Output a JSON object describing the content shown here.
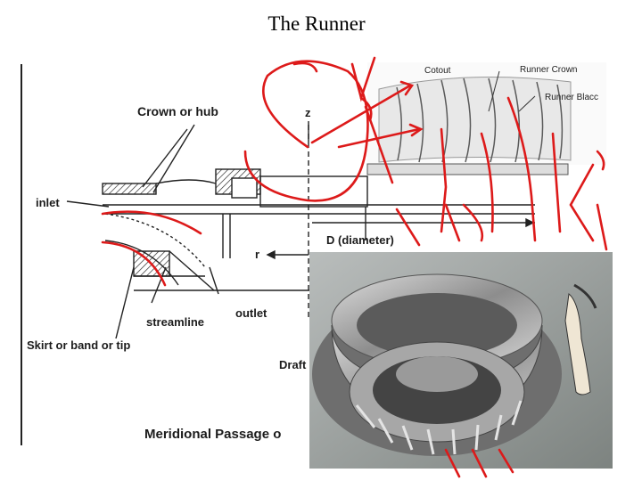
{
  "slide": {
    "title": "The Runner"
  },
  "diagram": {
    "labels": {
      "crown": "Crown or hub",
      "z_axis": "z",
      "inlet": "inlet",
      "r_axis": "r",
      "diameter": "D (diameter)",
      "streamline": "streamline",
      "outlet": "outlet",
      "skirt": "Skirt or band or tip",
      "draft": "Draft",
      "caption": "Meridional Passage o"
    },
    "photo_callouts": {
      "cutout": "Cotout",
      "runner_crown": "Runner Crown",
      "runner_blade": "Runner Blacc"
    }
  },
  "colors": {
    "ink": "#dd1a1a",
    "line": "#2a2a2a"
  }
}
